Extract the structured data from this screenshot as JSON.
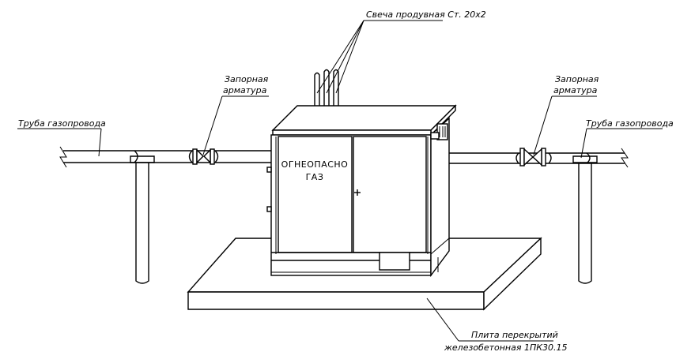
{
  "labels": {
    "vent_candle": "Свеча продувная Ст. 20х2",
    "valve_left_line1": "Запорная",
    "valve_left_line2": "арматура",
    "valve_right_line1": "Запорная",
    "valve_right_line2": "арматура",
    "pipe_left": "Труба газопровода",
    "pipe_right": "Труба газопровода",
    "slab_line1": "Плита перекрытий",
    "slab_line2": "железобетонная 1ПК30.15"
  },
  "cabinet_sign": {
    "line1": "ОГНЕОПАСНО",
    "line2": "ГАЗ"
  },
  "colors": {
    "line": "#000000",
    "background": "#ffffff"
  }
}
